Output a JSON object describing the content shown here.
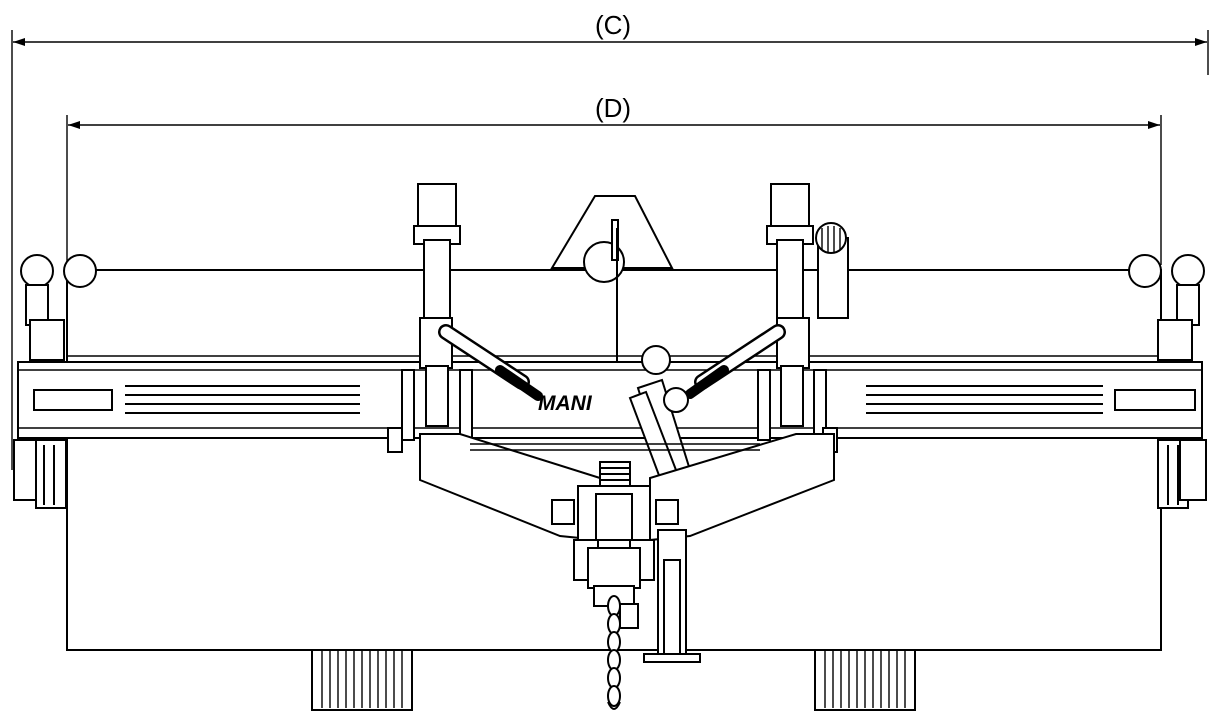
{
  "dimensions": {
    "overall_width_label": "(C)",
    "track_width_label": "(D)"
  },
  "logo": {
    "text": "MANI"
  },
  "colors": {
    "line": "#000000",
    "background": "#ffffff"
  }
}
